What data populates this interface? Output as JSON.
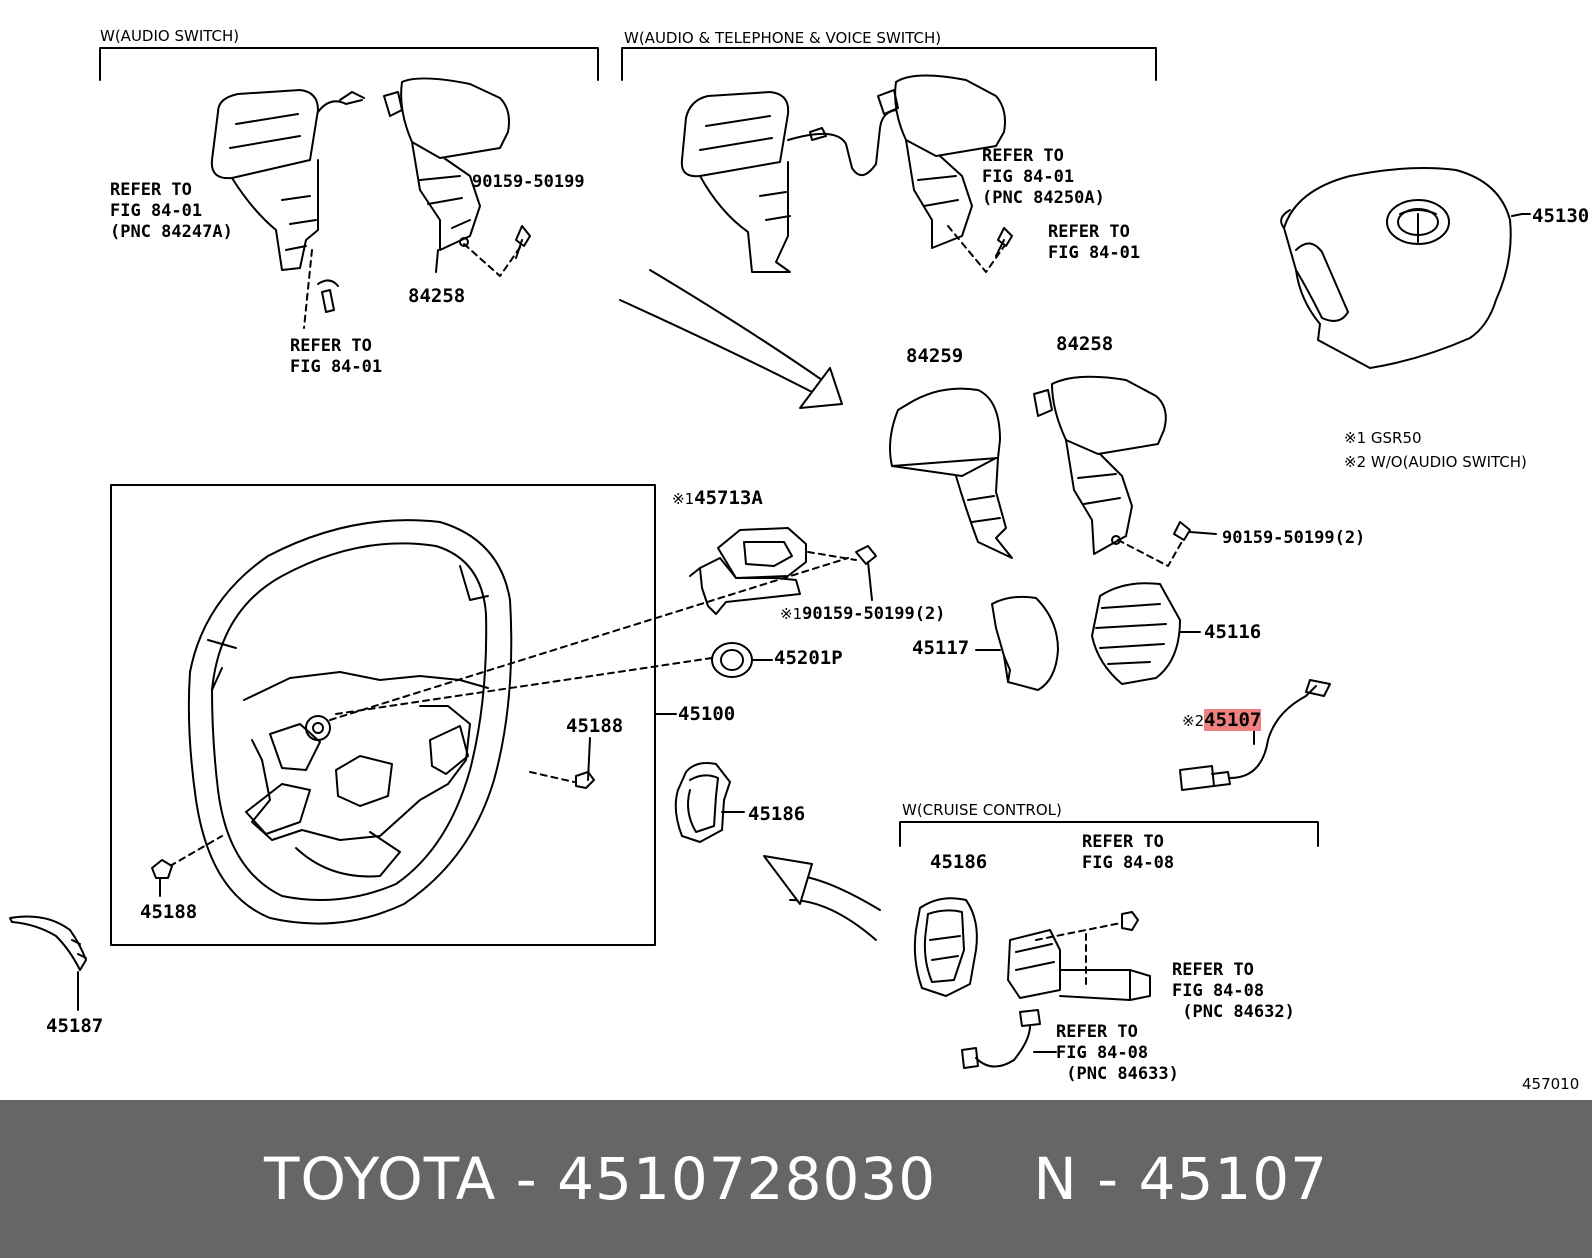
{
  "groups": {
    "audio_switch": "W(AUDIO SWITCH)",
    "audio_tel_voice": "W(AUDIO & TELEPHONE & VOICE SWITCH)",
    "cruise_control": "W(CRUISE CONTROL)"
  },
  "refs": {
    "r1": "REFER TO\nFIG 84-01\n(PNC 84247A)",
    "r2": "REFER TO\nFIG 84-01",
    "r3": "REFER TO\nFIG 84-01\n(PNC 84250A)",
    "r4": "REFER TO\nFIG 84-01",
    "r5": "REFER TO\nFIG 84-08",
    "r6": "REFER TO\nFIG 84-08\n (PNC 84632)",
    "r7": "REFER TO\nFIG 84-08\n (PNC 84633)"
  },
  "parts": {
    "p90159a": "90159-50199",
    "p84258a": "84258",
    "p45130": "45130",
    "p84259": "84259",
    "p84258b": "84258",
    "p90159b": "90159-50199(2)",
    "p45713a": "45713A",
    "p45713a_mark": "※1",
    "p90159c": "90159-50199(2)",
    "p90159c_mark": "※1",
    "p45201p": "45201P",
    "p45117": "45117",
    "p45116": "45116",
    "p45107_mark": "※2",
    "p45107": "45107",
    "p45100": "45100",
    "p45188a": "45188",
    "p45188b": "45188",
    "p45186a": "45186",
    "p45186b": "45186",
    "p45187": "45187"
  },
  "notes": {
    "n1": "※1 GSR50",
    "n2": "※2 W/O(AUDIO SWITCH)"
  },
  "illustration_code": "457010",
  "footer": {
    "text": "TOYOTA - 4510728030     N - 45107"
  },
  "highlight_color": "#f08080"
}
